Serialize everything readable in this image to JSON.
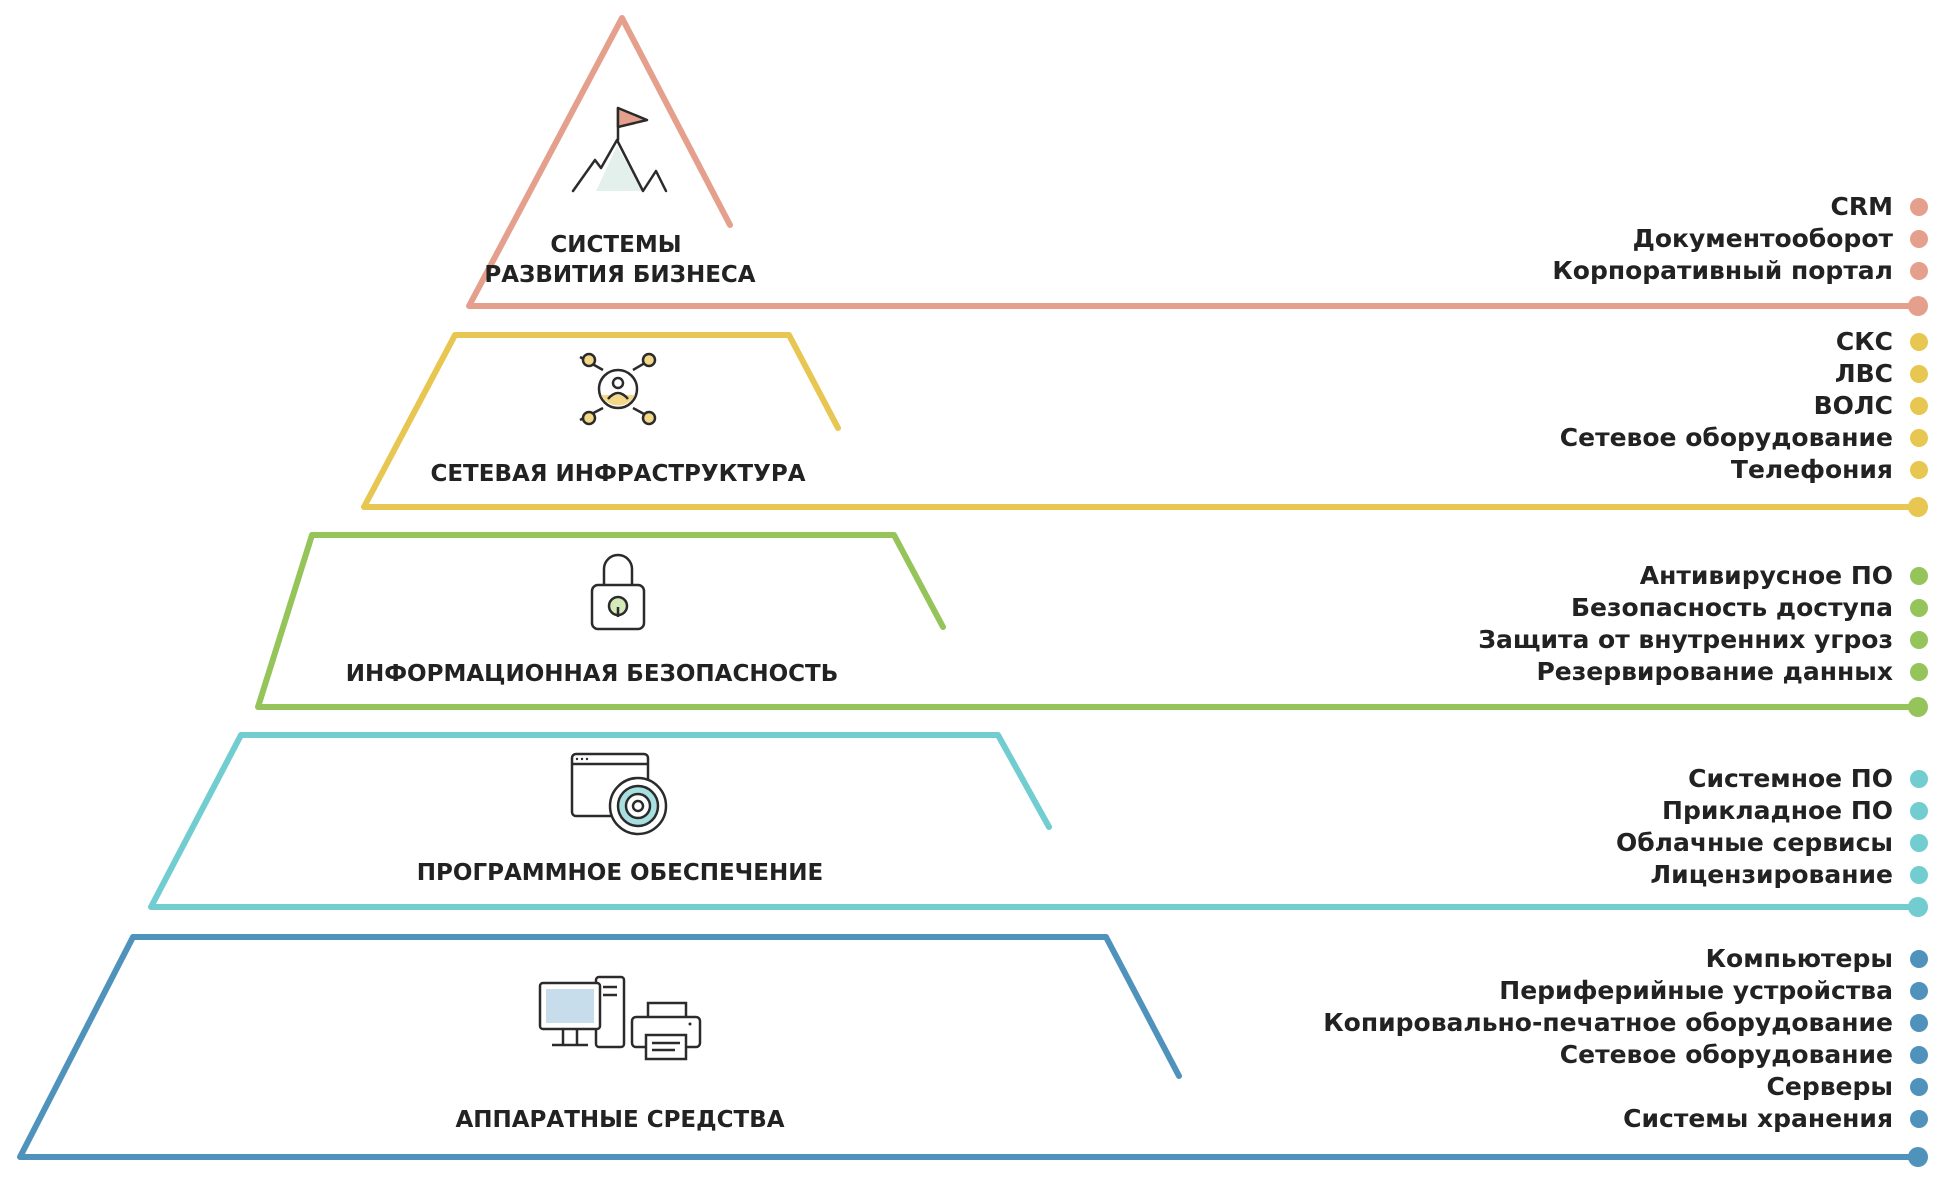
{
  "layers": [
    {
      "id": "business",
      "title_lines": [
        "СИСТЕМЫ",
        "РАЗВИТИЯ БИЗНЕСА"
      ],
      "color": "#E4A08C",
      "icon": "mountain-flag-icon",
      "items": [
        "CRM",
        "Документооборот",
        "Корпоративный портал"
      ]
    },
    {
      "id": "network",
      "title_lines": [
        "СЕТЕВАЯ ИНФРАСТРУКТУРА"
      ],
      "color": "#E8C652",
      "icon": "network-hub-icon",
      "items": [
        "СКС",
        "ЛВС",
        "ВОЛС",
        "Сетевое оборудование",
        "Телефония"
      ]
    },
    {
      "id": "security",
      "title_lines": [
        "ИНФОРМАЦИОННАЯ БЕЗОПАСНОСТЬ"
      ],
      "color": "#95C45A",
      "icon": "padlock-icon",
      "items": [
        "Антивирусное ПО",
        "Безопасность доступа",
        "Защита от внутренних угроз",
        "Резервирование данных"
      ]
    },
    {
      "id": "software",
      "title_lines": [
        "ПРОГРАММНОЕ ОБЕСПЕЧЕНИЕ"
      ],
      "color": "#72CDD0",
      "icon": "software-disc-icon",
      "items": [
        "Системное ПО",
        "Прикладное ПО",
        "Облачные сервисы",
        "Лицензирование"
      ]
    },
    {
      "id": "hardware",
      "title_lines": [
        "АППАРАТНЫЕ СРЕДСТВА"
      ],
      "color": "#4F93BC",
      "icon": "computer-printer-icon",
      "items": [
        "Компьютеры",
        "Периферийные устройства",
        "Копировально-печатное оборудование",
        "Сетевое оборудование",
        "Серверы",
        "Системы хранения"
      ]
    }
  ]
}
